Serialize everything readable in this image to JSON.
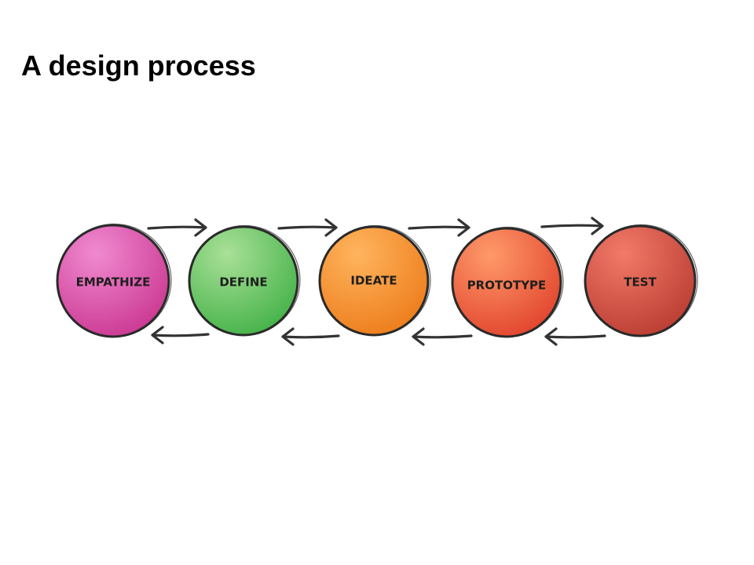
{
  "title": "A design process",
  "stages": [
    {
      "label": "EMPATHIZE",
      "color_light": "#f08ad0",
      "color_dark": "#c9348f"
    },
    {
      "label": "DEFINE",
      "color_light": "#a9e098",
      "color_dark": "#3fb044"
    },
    {
      "label": "IDEATE",
      "color_light": "#ffb45e",
      "color_dark": "#ec7a18"
    },
    {
      "label": "PROTOTYPE",
      "color_light": "#ff9a6a",
      "color_dark": "#e0402a"
    },
    {
      "label": "TEST",
      "color_light": "#f27a68",
      "color_dark": "#b83a30"
    }
  ],
  "arrows": {
    "forward_icon": "arrow-right-icon",
    "backward_icon": "arrow-left-icon"
  }
}
